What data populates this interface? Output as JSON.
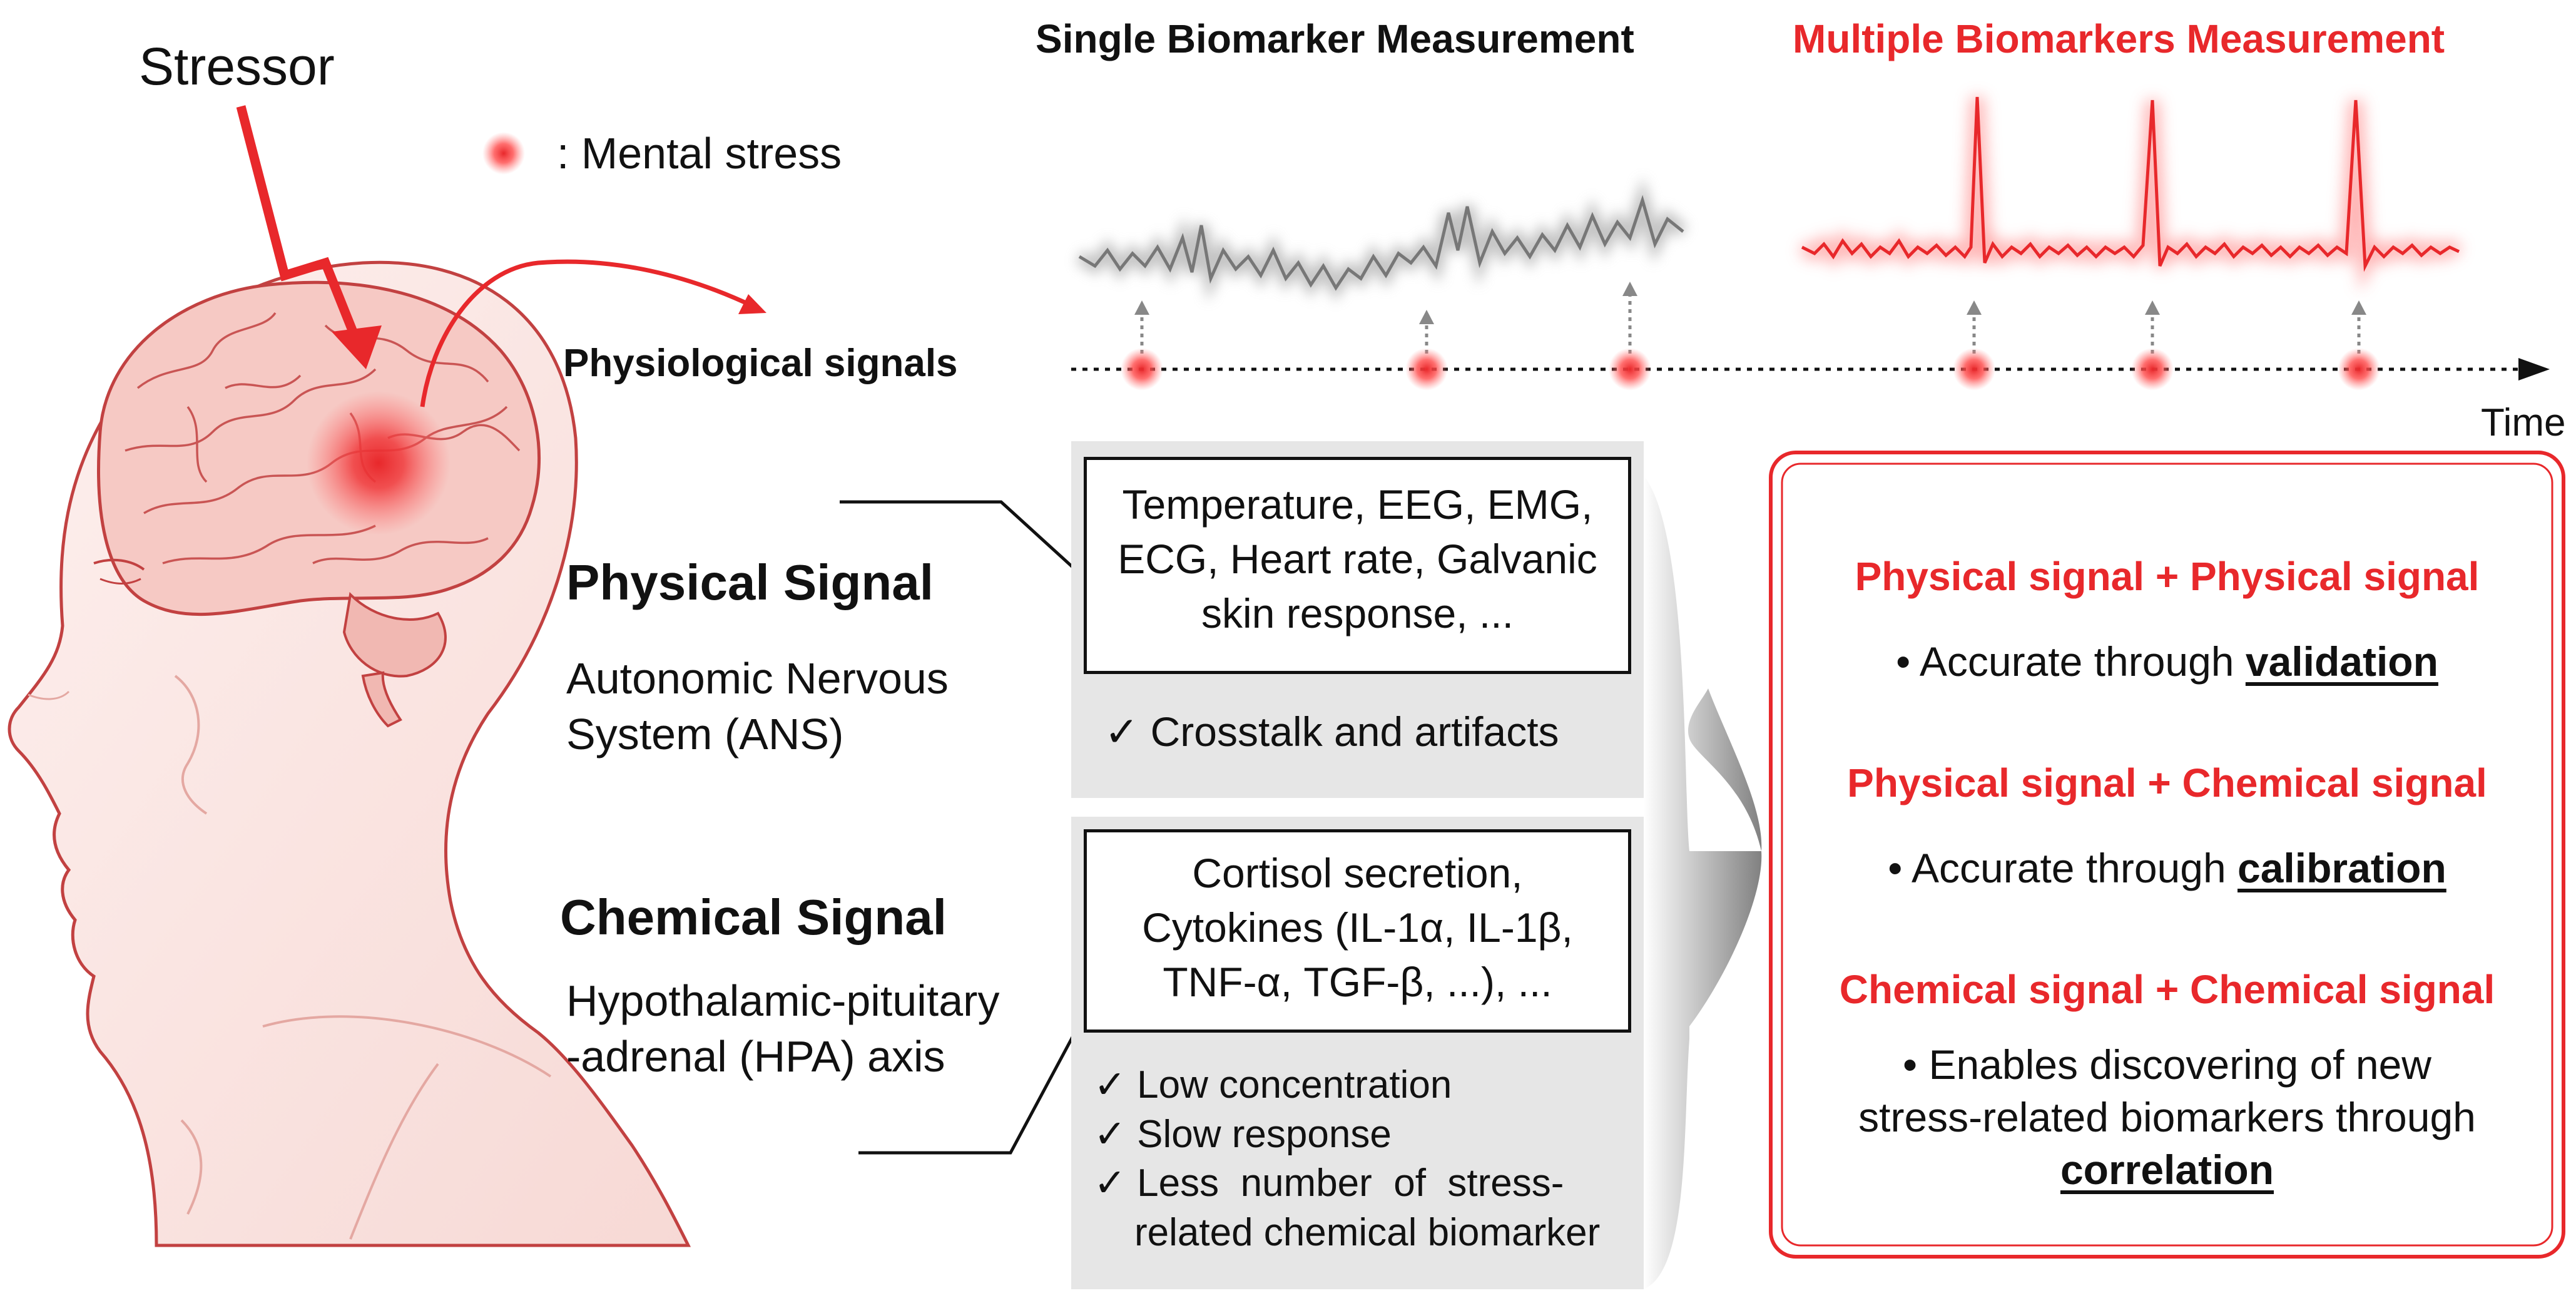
{
  "stressor": {
    "label": "Stressor"
  },
  "legend": {
    "text": ": Mental stress"
  },
  "timeline": {
    "single_title": "Single Biomarker Measurement",
    "multiple_title": "Multiple Biomarkers Measurement",
    "signals_label": "Physiological signals",
    "time_label": "Time"
  },
  "physical": {
    "title": "Physical Signal",
    "subtitle_line1": "Autonomic Nervous",
    "subtitle_line2": "System (ANS)",
    "box_line1": "Temperature, EEG, EMG,",
    "box_line2": "ECG, Heart rate, Galvanic",
    "box_line3": "skin response, ...",
    "check1": "✓ Crosstalk and artifacts"
  },
  "chemical": {
    "title": "Chemical Signal",
    "subtitle_line1": "Hypothalamic-pituitary",
    "subtitle_line2": "-adrenal (HPA) axis",
    "box_line1": "Cortisol secretion,",
    "box_line2": "Cytokines (IL-1α, IL-1β,",
    "box_line3": "TNF-α, TGF-β, ...), ...",
    "check1": "✓ Low concentration",
    "check2": "✓ Slow response",
    "check3": "✓ Less  number  of  stress-",
    "check3b": "related chemical biomarker"
  },
  "combos": {
    "c1_title": "Physical signal + Physical signal",
    "c1_prefix": "• Accurate through ",
    "c1_key": "validation",
    "c2_title": "Physical signal + Chemical signal",
    "c2_prefix": "• Accurate through ",
    "c2_key": "calibration",
    "c3_title": "Chemical signal + Chemical signal",
    "c3_line1": "• Enables discovering of new",
    "c3_line2": "stress-related biomarkers through",
    "c3_key": "correlation"
  },
  "colors": {
    "accent": "#e8282b",
    "panel": "#e6e6e6",
    "head_line": "#b43a3a",
    "head_fill": "#fbe6e4"
  }
}
